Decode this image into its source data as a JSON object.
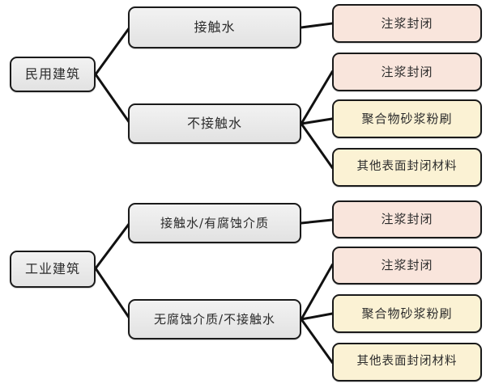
{
  "diagram": {
    "type": "tree",
    "orientation": "left-to-right",
    "colors": {
      "root_fill": "#ebebeb",
      "branch_fill": "#ebebeb",
      "leaf_grout_fill": "#f9e5dc",
      "leaf_mortar_fill": "#fbf2d4",
      "stroke": "#1a1a1a",
      "background": "#ffffff"
    },
    "branches": [
      {
        "root": "民用建筑",
        "conditions": [
          {
            "label": "接触水",
            "treatments": [
              "注浆封闭"
            ]
          },
          {
            "label": "不接触水",
            "treatments": [
              "注浆封闭",
              "聚合物砂浆粉刷",
              "其他表面封闭材料"
            ]
          }
        ]
      },
      {
        "root": "工业建筑",
        "conditions": [
          {
            "label": "接触水/有腐蚀介质",
            "treatments": [
              "注浆封闭"
            ]
          },
          {
            "label": "无腐蚀介质/不接触水",
            "treatments": [
              "注浆封闭",
              "聚合物砂浆粉刷",
              "其他表面封闭材料"
            ]
          }
        ]
      }
    ]
  }
}
